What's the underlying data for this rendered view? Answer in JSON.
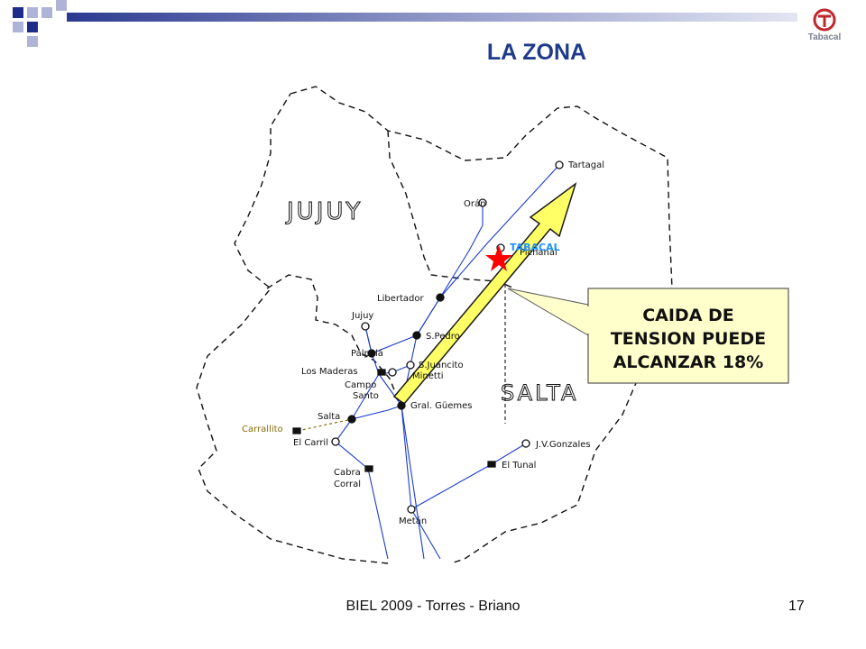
{
  "slide": {
    "title": "LA ZONA",
    "footer": "BIEL 2009 - Torres - Briano",
    "page_number": "17",
    "logo_text": "Tabacal"
  },
  "map": {
    "province_labels": [
      "JUJUY",
      "SALTA"
    ],
    "plant_label": "TABACAL",
    "callout": {
      "line1": "CAIDA DE",
      "line2": "TENSION PUEDE",
      "line3": "ALCANZAR 18%"
    },
    "towns": {
      "tartagal": "Tartagal",
      "oran": "Orán",
      "pichanal": "Pichanal",
      "libertador": "Libertador",
      "jujuy": "Jujuy",
      "spedro": "S.Pedro",
      "palpala": "Palpalá",
      "sjuancito": "S.Juancito",
      "minetti": "Minetti",
      "losmaderas": "Los Maderas",
      "campo": "Campo",
      "santo": "Santo",
      "guemes": "Gral. Güemes",
      "salta": "Salta",
      "carrallito": "Carrallito",
      "elcarril": "El Carril",
      "jvgonzales": "J.V.Gonzales",
      "eltunal": "El Tunal",
      "cabra": "Cabra",
      "corral": "Corral",
      "metan": "Metán"
    },
    "colors": {
      "line": "#1a3ccf",
      "border": "#111111",
      "arrow_fill": "#ffff66",
      "star": "#ff0000",
      "tabacal": "#1e90ff",
      "carrallito": "#8a6d0b"
    }
  }
}
